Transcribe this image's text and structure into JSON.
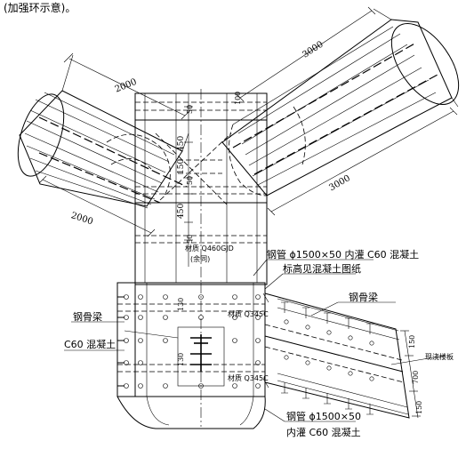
{
  "caption_top": "(加强环示意)。",
  "dimensions": {
    "d_2000_top": "2000",
    "d_2000_bottom": "2000",
    "d_3000_top": "3000",
    "d_3000_bottom": "3000",
    "d_100": "100",
    "d_50_a": "50",
    "d_450_a": "450",
    "d_50_b": "50",
    "d_150": "150",
    "d_450_b": "450",
    "d_50_c": "50",
    "d_130_a": "130",
    "d_130_b": "130",
    "d_150_right": "150",
    "d_700": "700",
    "d_150_right_b": "150"
  },
  "labels": {
    "material_q460": "材质 Q460GJD",
    "same_below": "(余同)",
    "steel_tube_top": "钢管 ϕ1500×50 内灌 C60 混凝土",
    "elevation_note": "标高见混凝土图纸",
    "steel_beam_right": "钢骨梁",
    "material_q345_a": "材质 Q345C",
    "material_q345_b": "材质 Q345C",
    "steel_beam_left": "钢骨梁",
    "c60_concrete": "C60 混凝土",
    "cast_slab": "现浇楼板",
    "steel_tube_bottom": "钢管 ϕ1500×50",
    "inner_concrete": "内灌 C60 混凝土"
  }
}
